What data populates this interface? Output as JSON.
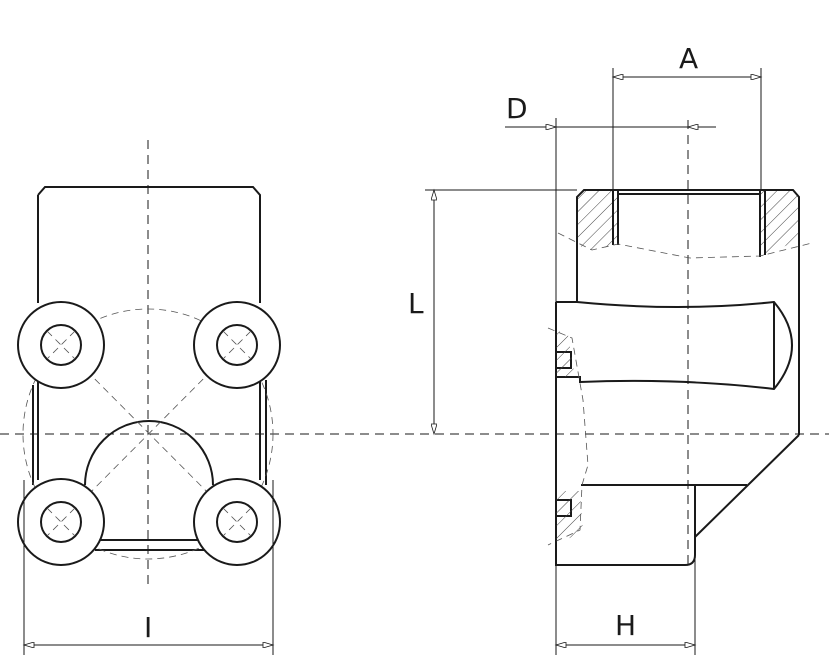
{
  "labels": {
    "A": "A",
    "D": "D",
    "L": "L",
    "I": "I",
    "H": "H"
  },
  "colors": {
    "line": "#1a1a1a",
    "hatch": "#555555"
  }
}
